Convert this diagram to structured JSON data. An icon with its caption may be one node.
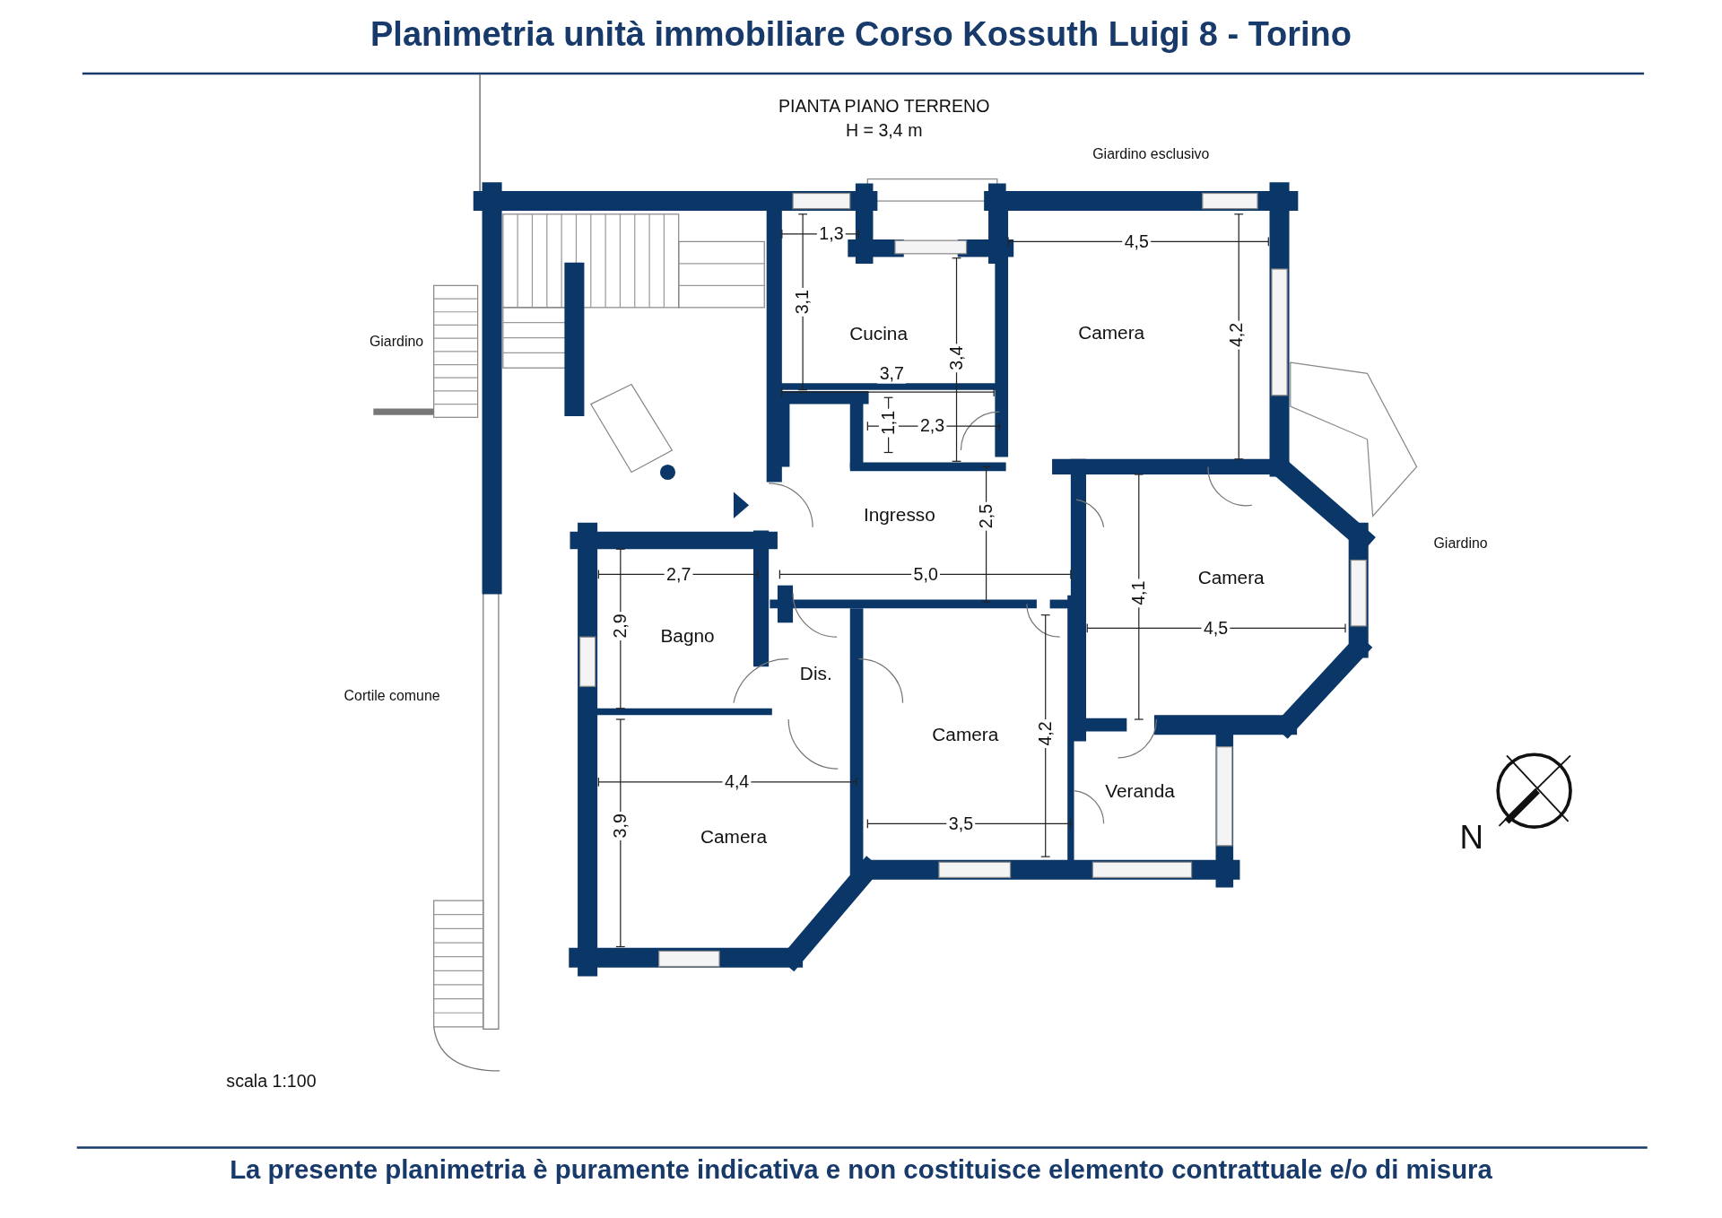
{
  "diagram": {
    "title": "Planimetria unità immobiliare Corso Kossuth Luigi 8 - Torino",
    "caption": "La presente planimetria è puramente indicativa e non costituisce elemento contrattuale e/o di misura",
    "labels": [
      "PIANTA PIANO TERRENO",
      "H = 3,4 m",
      "Giardino esclusivo",
      "1,3",
      "4,5",
      "3,1",
      "Cucina",
      "Camera",
      "4,2",
      "Giardino",
      "3,4",
      "3,7",
      "1,1",
      "2,3",
      "Ingresso",
      "2,5",
      "Giardino",
      "2,7",
      "5,0",
      "Camera",
      "4,1",
      "2,9",
      "4,5",
      "Bagno",
      "Dis.",
      "Cortile comune",
      "Camera",
      "4,2",
      "4,4",
      "Veranda",
      "3,9",
      "3,5",
      "Camera",
      "N",
      "scala 1:100"
    ]
  }
}
